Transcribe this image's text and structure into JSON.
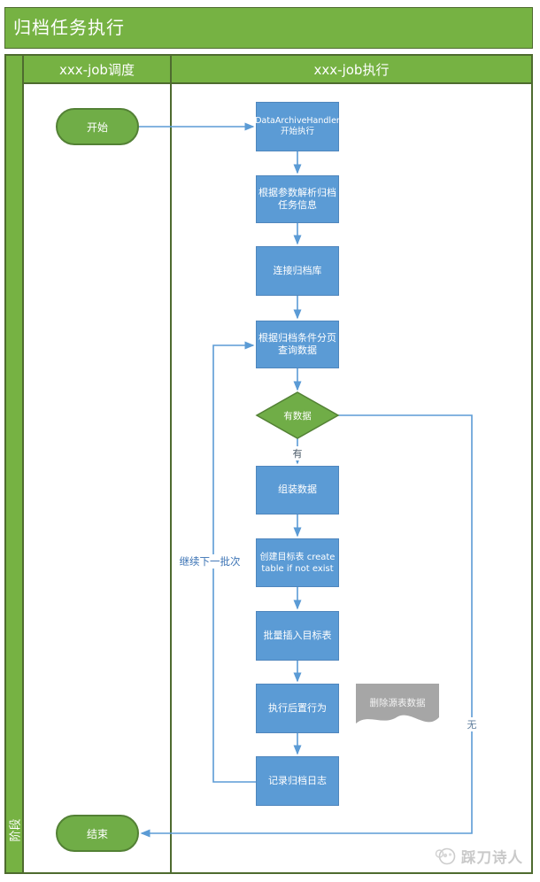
{
  "title": "归档任务执行",
  "phase_label": "阶段",
  "lanes": [
    {
      "label": "xxx-job调度"
    },
    {
      "label": "xxx-job执行"
    }
  ],
  "nodes": {
    "start": "开始",
    "handler": "DataArchiveHandler 开始执行",
    "parse": "根据参数解析归档任务信息",
    "connect": "连接归档库",
    "query": "根据归档条件分页查询数据",
    "decision": "有数据",
    "assemble": "组装数据",
    "create_table": "创建目标表 create table if not exist",
    "insert": "批量插入目标表",
    "post_action": "执行后置行为",
    "delete_note": "删除源表数据",
    "log": "记录归档日志",
    "end": "结束"
  },
  "edge_labels": {
    "yes": "有",
    "no": "无",
    "loop": "继续下一批次"
  },
  "watermark": "踩刀诗人",
  "colors": {
    "lane_green": "#76b243",
    "frame_border": "#4e6b2f",
    "node_green": "#70ad47",
    "node_green_border": "#538135",
    "node_blue": "#5b9bd5",
    "connector_blue": "#5b9bd5",
    "document_gray": "#a6a6a6",
    "watermark_gray": "#c9c9c9"
  }
}
